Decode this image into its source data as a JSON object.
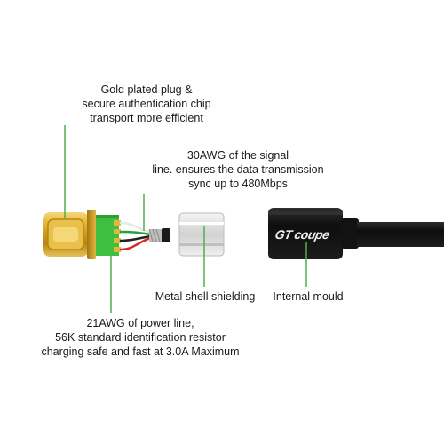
{
  "labels": {
    "plug": {
      "lines": [
        "Gold plated plug &",
        "secure authentication chip",
        "transport more efficient"
      ]
    },
    "signal": {
      "lines": [
        "30AWG of the signal",
        "line. ensures the data transmission",
        "sync up to 480Mbps"
      ]
    },
    "shell": "Metal shell shielding",
    "mould": "Internal mould",
    "power": {
      "lines": [
        "21AWG of power line,",
        "56K standard identification resistor",
        "charging safe and fast at 3.0A Maximum"
      ]
    }
  },
  "brand": "GT coupe",
  "colors": {
    "callout_line": "#4caf50",
    "gold": "#c9a227",
    "pcb": "#3fbf3f",
    "cable": "#111111",
    "wire_red": "#d42a2a",
    "wire_green": "#2e9e3a",
    "wire_black": "#222222",
    "wire_white": "#e8e8e8"
  }
}
